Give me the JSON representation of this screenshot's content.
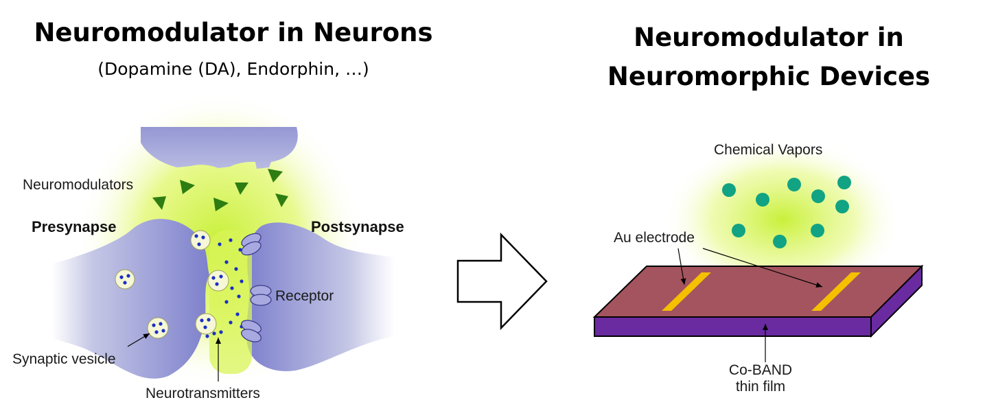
{
  "left_panel": {
    "title": "Neuromodulator in Neurons",
    "subtitle": "(Dopamine (DA), Endorphin, …)",
    "labels": {
      "neuromodulators": "Neuromodulators",
      "presynapse": "Presynapse",
      "postsynapse": "Postsynapse",
      "receptor": "Receptor",
      "synaptic_vesicle": "Synaptic vesicle",
      "neurotransmitters": "Neurotransmitters"
    },
    "colors": {
      "neuron_fill": "#8f92d2",
      "glow": "#d9f55a",
      "neuromodulator": "#2e7d12",
      "neurotransmitter": "#1a2fc4",
      "receptor": "#a8a9e0"
    }
  },
  "right_panel": {
    "title_line1": "Neuromodulator in",
    "title_line2": "Neuromorphic Devices",
    "labels": {
      "chemical_vapors": "Chemical Vapors",
      "au_electrode": "Au electrode",
      "film_line1": "Co-BAND",
      "film_line2": "thin film"
    },
    "colors": {
      "vapor": "#11a383",
      "substrate_top": "#a3545e",
      "substrate_side": "#6a2aa0",
      "electrode": "#f5c000"
    }
  },
  "arrow": {
    "direction": "right"
  }
}
